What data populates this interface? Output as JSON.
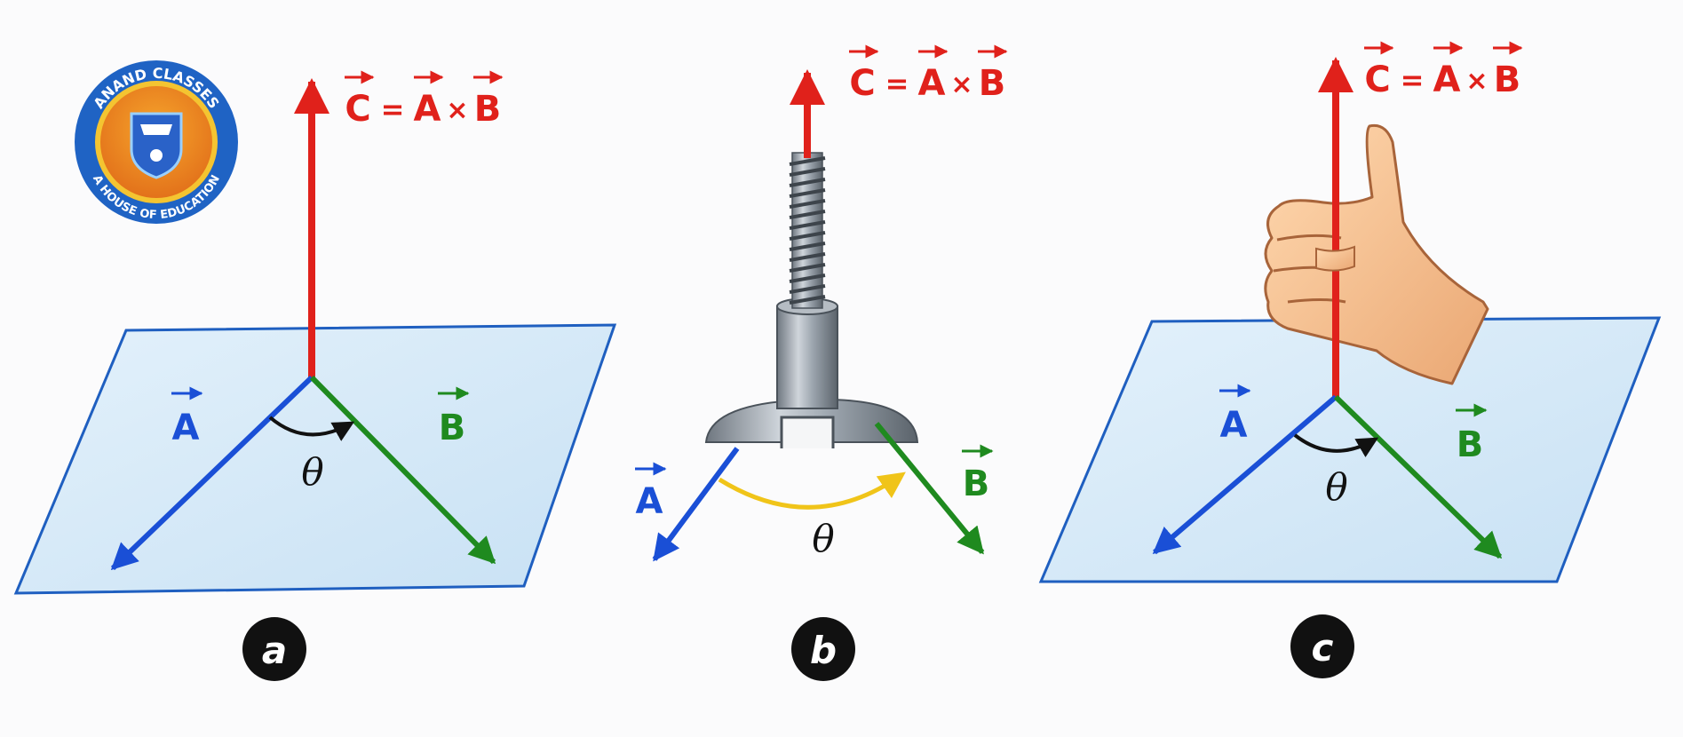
{
  "logo": {
    "top_text": "ANAND CLASSES",
    "bottom_text": "A HOUSE OF EDUCATION",
    "colors": {
      "ring": "#1f63c4",
      "inner_orange": "#f08a1a",
      "inner_yellow": "#f4c431"
    }
  },
  "colors": {
    "vector_a": "#1a4fd6",
    "vector_b": "#1f8a1f",
    "vector_c": "#e0211b",
    "plane_fill": "#d5e9f8",
    "plane_edge": "#1f5fc0",
    "label_circle": "#111111"
  },
  "panels": [
    {
      "id": "a",
      "label": "a",
      "c_parts": [
        "C",
        "=",
        "A",
        "×",
        "B"
      ],
      "a_label": "A",
      "b_label": "B",
      "theta": "θ",
      "illustration": "plane"
    },
    {
      "id": "b",
      "label": "b",
      "c_parts": [
        "C",
        "=",
        "A",
        "×",
        "B"
      ],
      "a_label": "A",
      "b_label": "B",
      "theta": "θ",
      "illustration": "screw"
    },
    {
      "id": "c",
      "label": "c",
      "c_parts": [
        "C",
        "=",
        "A",
        "×",
        "B"
      ],
      "a_label": "A",
      "b_label": "B",
      "theta": "θ",
      "illustration": "right-hand"
    }
  ]
}
